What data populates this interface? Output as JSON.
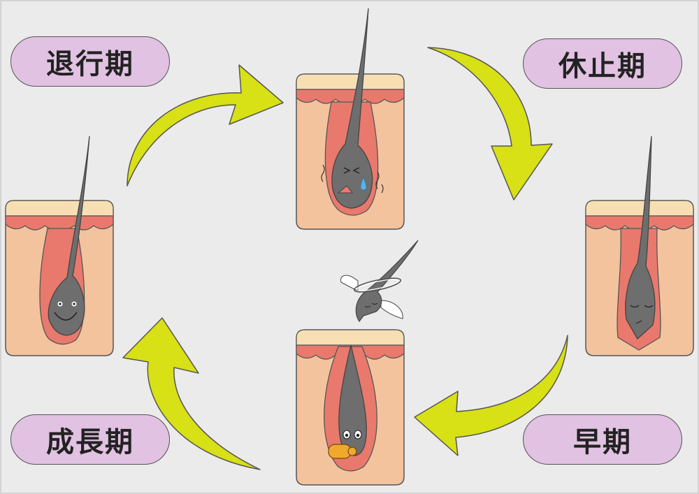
{
  "stages": {
    "regression": "退行期",
    "resting": "休止期",
    "growth": "成長期",
    "early": "早期"
  },
  "colors": {
    "background": "#ebebeb",
    "label_fill": "#e1c2e2",
    "arrow": "#d8e016",
    "skin": "#f3c39e",
    "skin_top": "#f7dfb3",
    "pink_layer": "#e9796d",
    "hair": "#6e6e6e",
    "pacifier": "#f0a92a",
    "tear": "#5ab4e6"
  },
  "icons": [
    "hair-follicle-icon",
    "angel-hair-icon",
    "cycle-arrow-icon",
    "tear-icon",
    "pacifier-icon"
  ]
}
